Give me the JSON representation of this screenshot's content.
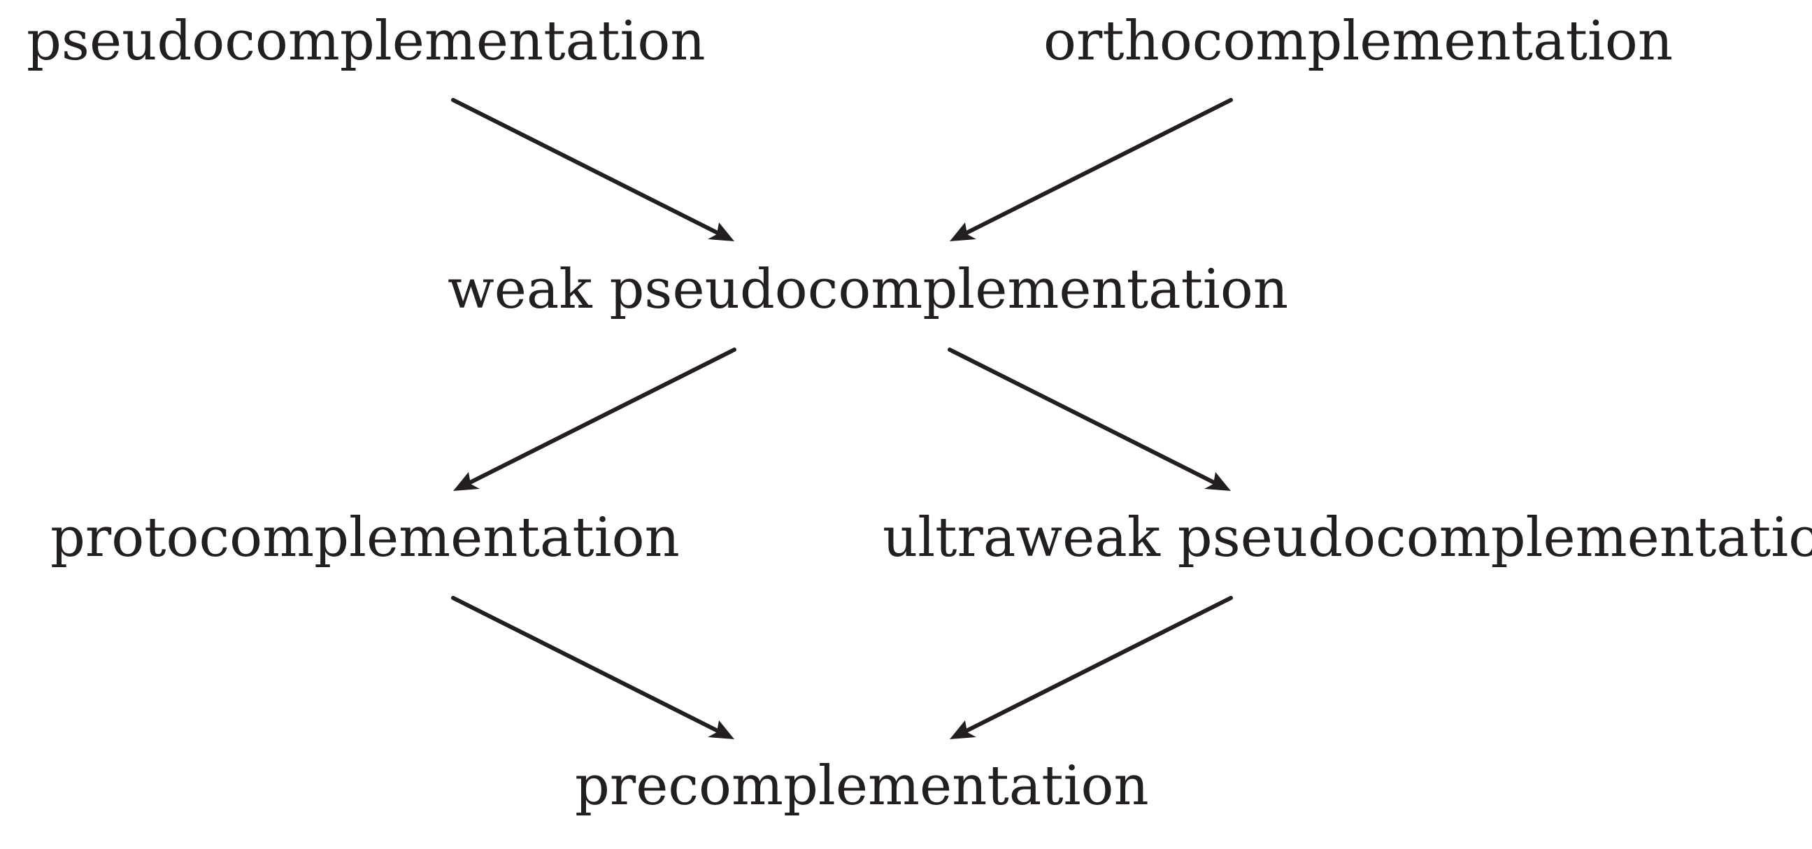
{
  "diagram": {
    "nodes": [
      {
        "id": "pseudo",
        "label": "pseudocomplementation"
      },
      {
        "id": "ortho",
        "label": "orthocomplementation"
      },
      {
        "id": "weak",
        "label": "weak pseudocomplementation"
      },
      {
        "id": "proto",
        "label": "protocomplementation"
      },
      {
        "id": "ultraweak",
        "label": "ultraweak pseudocomplementation"
      },
      {
        "id": "pre",
        "label": "precomplementation"
      }
    ],
    "edges": [
      {
        "from": "pseudo",
        "to": "weak"
      },
      {
        "from": "ortho",
        "to": "weak"
      },
      {
        "from": "weak",
        "to": "proto"
      },
      {
        "from": "weak",
        "to": "ultraweak"
      },
      {
        "from": "proto",
        "to": "pre"
      },
      {
        "from": "ultraweak",
        "to": "pre"
      }
    ],
    "colors": {
      "ink": "#231f20",
      "background": "#ffffff"
    }
  }
}
